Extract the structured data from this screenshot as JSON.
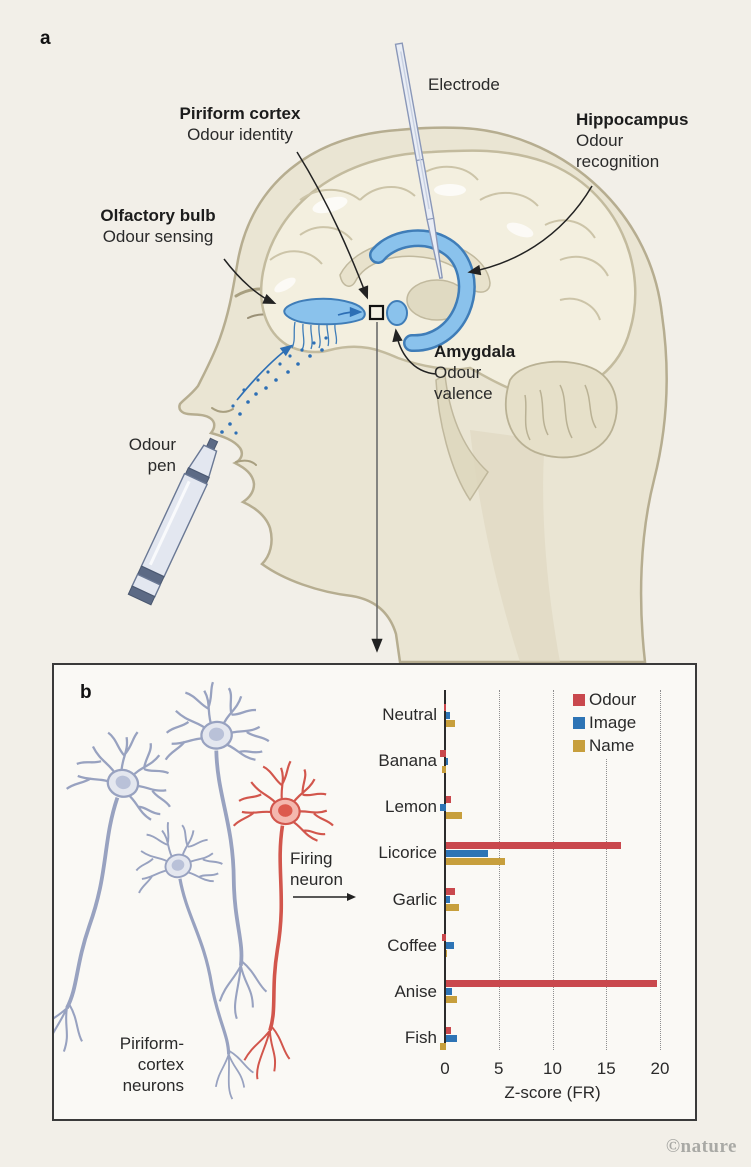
{
  "panel_a": {
    "label": "a",
    "electrode": {
      "title": "Electrode"
    },
    "piriform": {
      "title": "Piriform cortex",
      "subtitle": "Odour identity"
    },
    "hippocampus": {
      "title": "Hippocampus",
      "subtitle": "Odour recognition"
    },
    "olfactory": {
      "title": "Olfactory bulb",
      "subtitle": "Odour sensing"
    },
    "amygdala": {
      "title": "Amygdala",
      "subtitle": "Odour valence"
    },
    "odour_pen": {
      "title": "Odour pen"
    }
  },
  "panel_b": {
    "label": "b",
    "firing_neuron_label": "Firing neuron",
    "neurons_label": "Piriform-cortex neurons"
  },
  "chart_data": {
    "type": "bar",
    "orientation": "horizontal",
    "categories": [
      "Neutral",
      "Banana",
      "Lemon",
      "Licorice",
      "Garlic",
      "Coffee",
      "Anise",
      "Fish"
    ],
    "series": [
      {
        "name": "Odour",
        "color": "#c9484d",
        "values": [
          -0.2,
          -0.6,
          0.5,
          16.3,
          0.8,
          -0.4,
          19.6,
          0.5
        ]
      },
      {
        "name": "Image",
        "color": "#2d74b5",
        "values": [
          0.4,
          0.2,
          -0.6,
          3.9,
          0.4,
          0.7,
          0.6,
          1.0
        ]
      },
      {
        "name": "Name",
        "color": "#c79f3c",
        "values": [
          0.8,
          -0.4,
          1.5,
          5.5,
          1.2,
          0.1,
          1.0,
          -0.6
        ]
      }
    ],
    "xlabel": "Z-score (FR)",
    "xticks": [
      0,
      5,
      10,
      15,
      20
    ],
    "xlim": [
      -1.6,
      21.5
    ],
    "grid": "dotted-vertical",
    "legend_position": "top-right"
  },
  "colors": {
    "page_background": "#f2efe8",
    "panel_background": "#faf9f5",
    "structure_blue": "#8ac2ec",
    "structure_blue_outline": "#3f7db8",
    "head_beige": "#eae5d3",
    "odour_red": "#c9484d",
    "image_blue": "#2d74b5",
    "name_gold": "#c79f3c"
  },
  "footer": {
    "credit": "©nature"
  }
}
